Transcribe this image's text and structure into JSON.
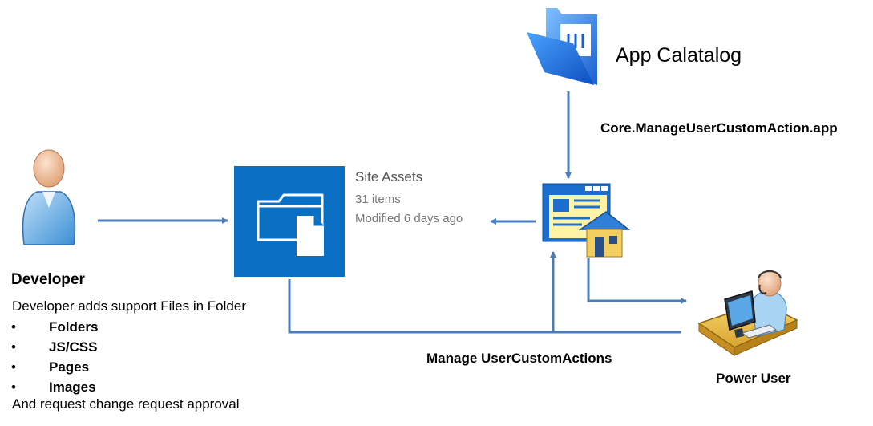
{
  "developer": {
    "title": "Developer",
    "description": "Developer adds support Files in Folder",
    "bullets": [
      "Folders",
      "JS/CSS",
      "Pages",
      "Images"
    ],
    "bullet_char": "•",
    "footer": "And request change request approval"
  },
  "site_assets": {
    "title": "Site Assets",
    "items": "31 items",
    "modified": "Modified 6 days ago"
  },
  "app_catalog": {
    "title": "App Calatalog",
    "app_file": "Core.ManageUserCustomAction.app"
  },
  "manage_label": "Manage UserCustomActions",
  "power_user": {
    "label": "Power User"
  },
  "colors": {
    "arrow": "#4a7ebb",
    "tile": "#0b6fc4",
    "folder": "#1f6fe0",
    "site_meta": "#777777"
  },
  "icons": [
    "developer-person-icon",
    "folder-file-icon",
    "app-folder-icon",
    "app-window-house-icon",
    "power-user-icon"
  ]
}
